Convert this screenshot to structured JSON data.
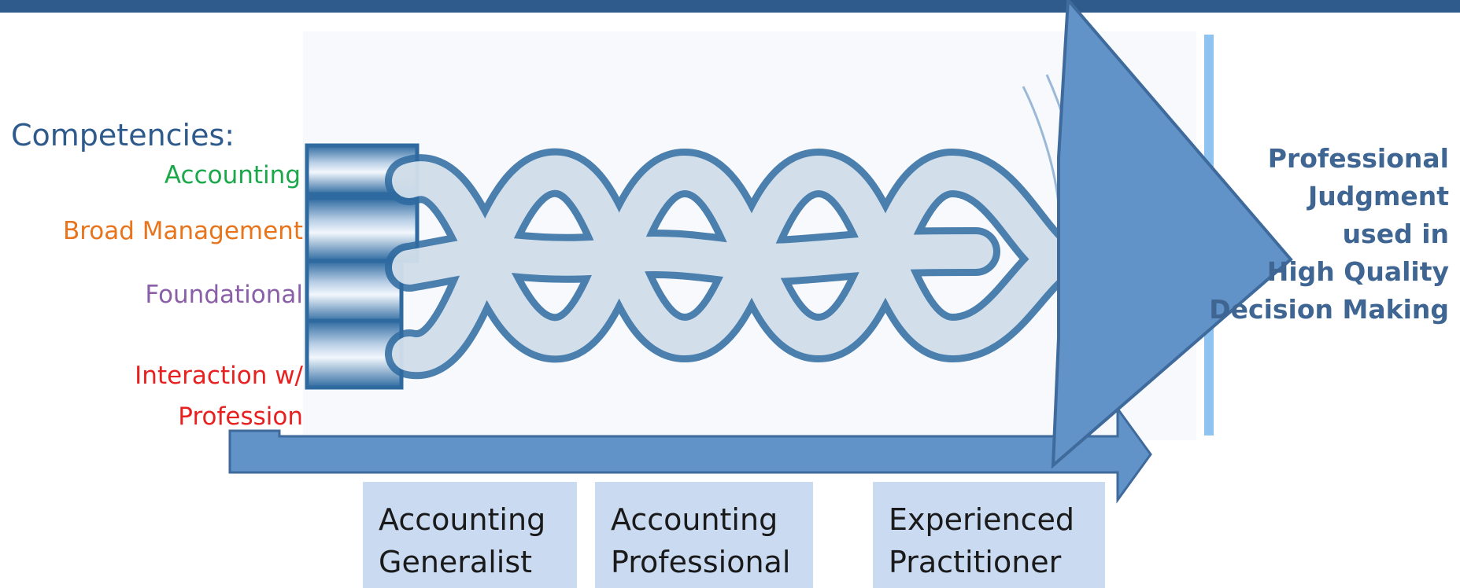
{
  "competencies": {
    "title": "Competencies:",
    "items": [
      {
        "label": "Accounting",
        "color": "#1aa84a"
      },
      {
        "label": "Broad Management",
        "color": "#e8741c"
      },
      {
        "label": "Foundational",
        "color": "#8a5fa8"
      },
      {
        "label": "Interaction w/\nProfession",
        "color": "#e82020"
      }
    ]
  },
  "outcome": {
    "text": "Professional\nJudgment\nused in\nHigh Quality\nDecision Making",
    "color": "#3f6593"
  },
  "stages": [
    {
      "label": "Accounting\nGeneralist"
    },
    {
      "label": "Accounting\nProfessional"
    },
    {
      "label": "Experienced\nPractitioner"
    }
  ],
  "colors": {
    "header_bar": "#2f5a8c",
    "arrow_fill": "#6192c8",
    "arrow_stroke": "#3e6a9c",
    "stage_box": "#c9daf1",
    "divider": "#8fc3f0",
    "braid": "#2e6aa0"
  }
}
